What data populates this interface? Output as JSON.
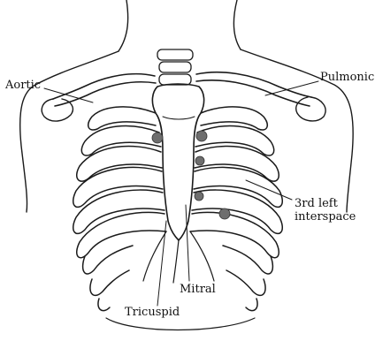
{
  "labels": {
    "aortic": "Aortic",
    "pulmonic": "Pulmonic",
    "third_left_line1": "3rd  left",
    "third_left_line2": "interspace",
    "tricuspid": "Tricuspid",
    "mitral": "Mitral"
  },
  "colors": {
    "ink": "#1a1a1a",
    "auscultation_point": "#6e6e6e",
    "background": "#ffffff"
  },
  "icons": [
    "auscultation-point-icon"
  ]
}
